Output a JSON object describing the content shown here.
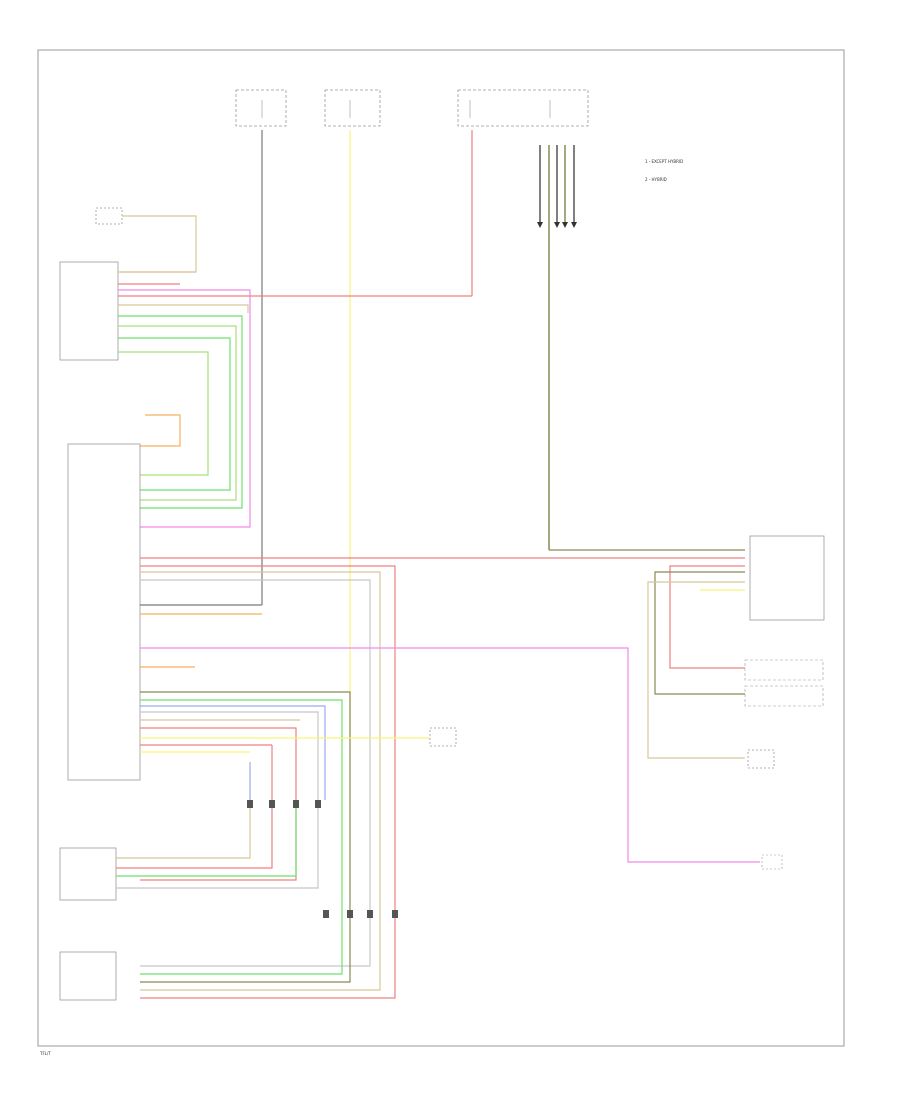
{
  "colors": {
    "red": "#f08080",
    "yellow": "#f7f57a",
    "gray": "#7a7a7a",
    "green": "#6ee06e",
    "lime": "#a8e07a",
    "orange": "#f5b060",
    "tan": "#d8c89a",
    "olive": "#8a8a55",
    "magenta": "#f08ae8",
    "blue": "#9aaaf0",
    "lightgray": "#c8c8c8",
    "frame": "#999999"
  },
  "legend": {
    "items": [
      "1 - EXCEPT HYBRID",
      "2 - HYBRID"
    ]
  },
  "page_label": "TFL/T"
}
